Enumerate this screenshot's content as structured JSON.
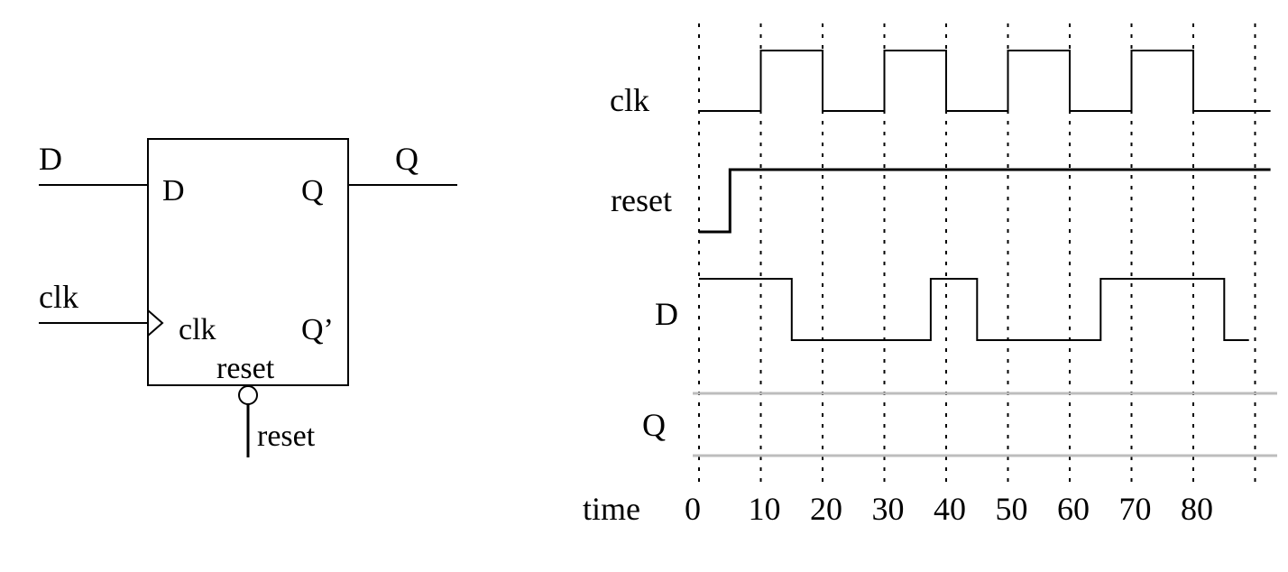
{
  "flipflop": {
    "inputs": {
      "d": "D",
      "clk": "clk",
      "reset": "reset"
    },
    "output": {
      "q": "Q"
    },
    "pins": {
      "d": "D",
      "q": "Q",
      "clk": "clk",
      "qbar": "Q’",
      "reset": "reset"
    }
  },
  "timing": {
    "signals": [
      {
        "name": "clk",
        "kind": "digital",
        "initial": 0,
        "transitions": [
          10,
          20,
          30,
          40,
          50,
          60,
          70,
          80
        ]
      },
      {
        "name": "reset",
        "kind": "digital",
        "initial": 0,
        "transitions": [
          5
        ]
      },
      {
        "name": "D",
        "kind": "digital",
        "initial": 1,
        "transitions": [
          15,
          37.5,
          45,
          65,
          85
        ]
      },
      {
        "name": "Q",
        "kind": "blank"
      }
    ],
    "time_label": "time",
    "ticks": [
      0,
      10,
      20,
      30,
      40,
      50,
      60,
      70,
      80
    ],
    "range": [
      0,
      90
    ],
    "grid_times": [
      0,
      10,
      20,
      30,
      40,
      50,
      60,
      70,
      80,
      90
    ]
  },
  "colors": {
    "line": "#000000",
    "blank_trace": "#bdbdbd"
  }
}
